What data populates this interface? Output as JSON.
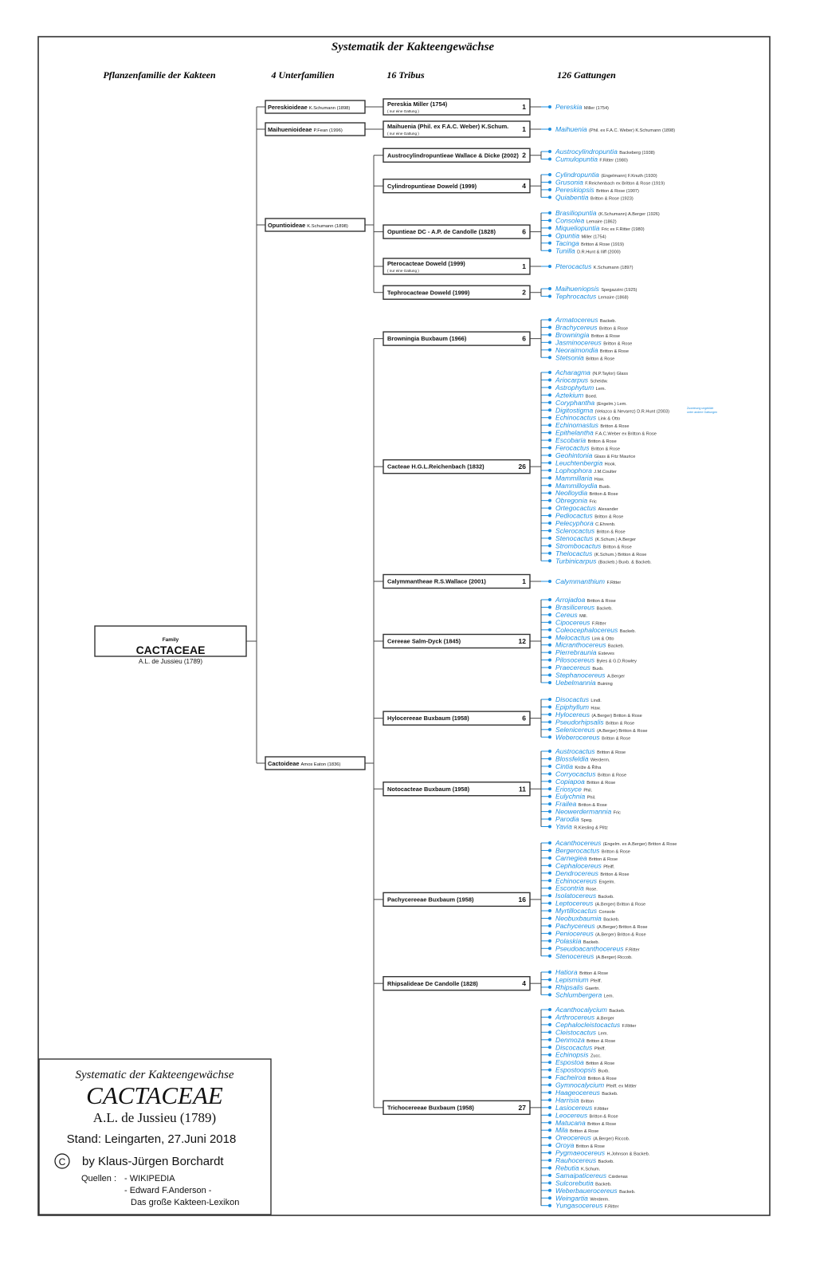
{
  "title": "Systematik der Kakteengewächse",
  "column_headers": [
    "Pflanzenfamilie der Kakteen",
    "4 Unterfamilien",
    "16 Tribus",
    "126 Gattungen"
  ],
  "family": {
    "small": "Family",
    "name": "CACTACEAE",
    "author": "A.L. de Jussieu (1789)"
  },
  "colors": {
    "line": "#444444",
    "genus": "#1f8fe0"
  },
  "subfamilies": [
    {
      "name": "Pereskioideae",
      "author": "K.Schumann (1898)"
    },
    {
      "name": "Maihuenioideae",
      "author": "P.Fean (1996)"
    },
    {
      "name": "Opuntioideae",
      "author": "K.Schumann (1898)"
    },
    {
      "name": "Cactoideae",
      "author": "Amos Eaton (1836)"
    }
  ],
  "tribes": [
    {
      "sub": 0,
      "name": "Pereskia Miller (1754)",
      "note": "( nur eine Gattung )",
      "count": "1",
      "genera": [
        [
          "Pereskia",
          "Miller (1754)"
        ]
      ]
    },
    {
      "sub": 1,
      "name": "Maihuenia (Phil. ex F.A.C. Weber) K.Schum.",
      "note": "( nur eine Gattung )",
      "count": "1",
      "genera": [
        [
          "Maihuenia",
          "(Phil. ex F.A.C. Weber) K.Schumann (1898)"
        ]
      ]
    },
    {
      "sub": 2,
      "name": "Austrocylindropuntieae Wallace & Dicke (2002)",
      "note": "",
      "count": "2",
      "genera": [
        [
          "Austrocylindropuntia",
          "Backeberg (1938)"
        ],
        [
          "Cumulopuntia",
          "F.Ritter (1980)"
        ]
      ]
    },
    {
      "sub": 2,
      "name": "Cylindropuntieae Doweld (1999)",
      "note": "",
      "count": "4",
      "genera": [
        [
          "Cylindropuntia",
          "(Engelmann) F.Knuth (1930)"
        ],
        [
          "Grusonia",
          "F.Reichenbach ex Britton & Rose (1919)"
        ],
        [
          "Pereskiopsis",
          "Britton & Rose (1907)"
        ],
        [
          "Quiabentia",
          "Britton & Rose (1923)"
        ]
      ]
    },
    {
      "sub": 2,
      "name": "Opuntieae DC - A.P. de Candolle (1828)",
      "note": "",
      "count": "6",
      "genera": [
        [
          "Brasiliopuntia",
          "(K.Schumann) A.Berger (1926)"
        ],
        [
          "Consolea",
          "Lemaire (1862)"
        ],
        [
          "Miqueliopuntia",
          "Fric ex F.Ritter (1980)"
        ],
        [
          "Opuntia",
          "Miller (1754)"
        ],
        [
          "Tacinga",
          "Britton & Rose (1919)"
        ],
        [
          "Tunilla",
          "D.R.Hunt & Iliff (2000)"
        ]
      ]
    },
    {
      "sub": 2,
      "name": "Pterocacteae Doweld (1999)",
      "note": "( nur eine Gattung )",
      "count": "1",
      "genera": [
        [
          "Pterocactus",
          "K.Schumann (1897)"
        ]
      ]
    },
    {
      "sub": 2,
      "name": "Tephrocacteae Doweld (1999)",
      "note": "",
      "count": "2",
      "genera": [
        [
          "Maihueniopsis",
          "Spegazzini (1925)"
        ],
        [
          "Tephrocactus",
          "Lemaire (1868)"
        ]
      ]
    },
    {
      "sub": 3,
      "name": "Browningia Buxbaum (1966)",
      "note": "",
      "count": "6",
      "genera": [
        [
          "Armatocereus",
          "Backeb."
        ],
        [
          "Brachycereus",
          "Britton & Rose"
        ],
        [
          "Browningia",
          "Britton & Rose"
        ],
        [
          "Jasminocereus",
          "Britton & Rose"
        ],
        [
          "Neoraimondia",
          "Britton & Rose"
        ],
        [
          "Stetsonia",
          "Britton & Rose"
        ]
      ]
    },
    {
      "sub": 3,
      "name": "Cacteae H.G.L.Reichenbach (1832)",
      "note": "",
      "count": "26",
      "genera": [
        [
          "Acharagma",
          "(N.P.Taylor) Glass"
        ],
        [
          "Ariocarpus",
          "Scheidw."
        ],
        [
          "Astrophytum",
          "Lem."
        ],
        [
          "Aztekium",
          "Boed."
        ],
        [
          "Coryphantha",
          "(Engelm.) Lem."
        ],
        [
          "Digitostigma",
          "(Velazco & Nevarez) D.R.Hunt (2003)"
        ],
        [
          "Echinocactus",
          "Link & Otto"
        ],
        [
          "Echinomastus",
          "Britton & Rose"
        ],
        [
          "Epithelantha",
          "F.A.C.Weber ex Britton & Rose"
        ],
        [
          "Escobaria",
          "Britton & Rose"
        ],
        [
          "Ferocactus",
          "Britton & Rose"
        ],
        [
          "Geohintonia",
          "Glass & Fitz Maurice"
        ],
        [
          "Leuchtenbergia",
          "Hook."
        ],
        [
          "Lophophora",
          "J.M.Coulter"
        ],
        [
          "Mammillaria",
          "Haw."
        ],
        [
          "Mammilloydia",
          "Buxb."
        ],
        [
          "Neolloydia",
          "Britton & Rose"
        ],
        [
          "Obregonia",
          "Fric"
        ],
        [
          "Ortegocactus",
          "Alexander"
        ],
        [
          "Pediocactus",
          "Britton & Rose"
        ],
        [
          "Pelecyphora",
          "C.Ehrenb."
        ],
        [
          "Sclerocactus",
          "Britton & Rose"
        ],
        [
          "Stenocactus",
          "(K.Schum.) A.Berger"
        ],
        [
          "Strombocactus",
          "Britton & Rose"
        ],
        [
          "Thelocactus",
          "(K.Schum.) Britton & Rose"
        ],
        [
          "Turbinicarpus",
          "(Backeb.) Buxb. & Backeb."
        ]
      ]
    },
    {
      "sub": 3,
      "name": "Calymmantheae R.S.Wallace (2001)",
      "note": "",
      "count": "1",
      "genera": [
        [
          "Calymmanthium",
          "F.Ritter"
        ]
      ]
    },
    {
      "sub": 3,
      "name": "Cereeae Salm-Dyck (1845)",
      "note": "",
      "count": "12",
      "genera": [
        [
          "Arrojadoa",
          "Britton & Rose"
        ],
        [
          "Brasilicereus",
          "Backeb."
        ],
        [
          "Cereus",
          "Mill."
        ],
        [
          "Cipocereus",
          "F.Ritter"
        ],
        [
          "Coleocephalocereus",
          "Backeb."
        ],
        [
          "Melocactus",
          "Link & Otto"
        ],
        [
          "Micranthocereus",
          "Backeb."
        ],
        [
          "Pierrebraunia",
          "Esteves"
        ],
        [
          "Pilosocereus",
          "Byles & G.D.Rowley"
        ],
        [
          "Praecereus",
          "Buxb."
        ],
        [
          "Stephanocereus",
          "A.Berger"
        ],
        [
          "Uebelmannia",
          "Buining"
        ]
      ]
    },
    {
      "sub": 3,
      "name": "Hylocereeae Buxbaum (1958)",
      "note": "",
      "count": "6",
      "genera": [
        [
          "Disocactus",
          "Lindl."
        ],
        [
          "Epiphyllum",
          "Haw."
        ],
        [
          "Hylocereus",
          "(A.Berger) Britton & Rose"
        ],
        [
          "Pseudorhipsalis",
          "Britton & Rose"
        ],
        [
          "Selenicereus",
          "(A.Berger) Britton & Rose"
        ],
        [
          "Weberocereus",
          "Britton & Rose"
        ]
      ]
    },
    {
      "sub": 3,
      "name": "Notocacteae Buxbaum (1958)",
      "note": "",
      "count": "11",
      "genera": [
        [
          "Austrocactus",
          "Britton & Rose"
        ],
        [
          "Blossfeldia",
          "Werderm."
        ],
        [
          "Cintia",
          "Kníže & Říha"
        ],
        [
          "Corryocactus",
          "Britton & Rose"
        ],
        [
          "Copiapoa",
          "Britton & Rose"
        ],
        [
          "Eriosyce",
          "Phil."
        ],
        [
          "Eulychnia",
          "Phil."
        ],
        [
          "Frailea",
          "Britton & Rose"
        ],
        [
          "Neowerdermannia",
          "Fric"
        ],
        [
          "Parodia",
          "Speg."
        ],
        [
          "Yavia",
          "R.Kiesling & Piltz"
        ]
      ]
    },
    {
      "sub": 3,
      "name": "Pachycereeae Buxbaum (1958)",
      "note": "",
      "count": "16",
      "genera": [
        [
          "Acanthocereus",
          "(Engelm. ex A.Berger) Britton & Rose"
        ],
        [
          "Bergerocactus",
          "Britton & Rose"
        ],
        [
          "Carnegiea",
          "Britton & Rose"
        ],
        [
          "Cephalocereus",
          "Pfeiff."
        ],
        [
          "Dendrocereus",
          "Britton & Rose"
        ],
        [
          "Echinocereus",
          "Engelm."
        ],
        [
          "Escontria",
          "Rose."
        ],
        [
          "Isolatocereus",
          "Backeb."
        ],
        [
          "Leptocereus",
          "(A.Berger) Britton & Rose"
        ],
        [
          "Myrtillocactus",
          "Console"
        ],
        [
          "Neobuxbaumia",
          "Backeb."
        ],
        [
          "Pachycereus",
          "(A.Berger) Britton & Rose"
        ],
        [
          "Peniocereus",
          "(A.Berger) Britton & Rose"
        ],
        [
          "Polaskia",
          "Backeb."
        ],
        [
          "Pseudoacanthocereus",
          "F.Ritter"
        ],
        [
          "Stenocereus",
          "(A.Berger) Riccob."
        ]
      ]
    },
    {
      "sub": 3,
      "name": "Rhipsalideae De Candolle (1828)",
      "note": "",
      "count": "4",
      "genera": [
        [
          "Hatiora",
          "Britton & Rose"
        ],
        [
          "Lepismium",
          "Pfeiff."
        ],
        [
          "Rhipsalis",
          "Gaertn."
        ],
        [
          "Schlumbergera",
          "Lem."
        ]
      ]
    },
    {
      "sub": 3,
      "name": "Trichocereeae Buxbaum (1958)",
      "note": "",
      "count": "27",
      "genera": [
        [
          "Acanthocalycium",
          "Backeb."
        ],
        [
          "Arthrocereus",
          "A.Berger"
        ],
        [
          "Cephalocleistocactus",
          "F.Ritter"
        ],
        [
          "Cleistocactus",
          "Lem."
        ],
        [
          "Denmoza",
          "Britton & Rose"
        ],
        [
          "Discocactus",
          "Pfeiff."
        ],
        [
          "Echinopsis",
          "Zucc."
        ],
        [
          "Espostoa",
          "Britton & Rose"
        ],
        [
          "Espostoopsis",
          "Buxb."
        ],
        [
          "Facheiroa",
          "Britton & Rose"
        ],
        [
          "Gymnocalycium",
          "Pfeiff. ex Mittler"
        ],
        [
          "Haageocereus",
          "Backeb."
        ],
        [
          "Harrisia",
          "Britton"
        ],
        [
          "Lasiocereus",
          "F.Ritter"
        ],
        [
          "Leocereus",
          "Britton & Rose"
        ],
        [
          "Matucana",
          "Britton & Rose"
        ],
        [
          "Mila",
          "Britton & Rose"
        ],
        [
          "Oreocereus",
          "(A.Berger) Riccob."
        ],
        [
          "Oroya",
          "Britton & Rose"
        ],
        [
          "Pygmaeocereus",
          "H.Johnson & Backeb."
        ],
        [
          "Rauhocereus",
          "Backeb."
        ],
        [
          "Rebutia",
          "K.Schum."
        ],
        [
          "Samaipaticereus",
          "Cárdenas"
        ],
        [
          "Sulcorebutia",
          "Backeb."
        ],
        [
          "Weberbauerocereus",
          "Backeb."
        ],
        [
          "Weingartia",
          "Werderm."
        ],
        [
          "Yungasocereus",
          "F.Ritter"
        ]
      ]
    }
  ],
  "side_note": [
    "Zuordnung ungeklärt",
    "unter andere Gattungen"
  ],
  "legend": {
    "line1": "Systematic der Kakteengewächse",
    "line2": "CACTACEAE",
    "line3": "A.L. de Jussieu (1789)",
    "line4": "Stand: Leingarten, 27.Juni 2018",
    "copyright_symbol": "C",
    "line5": "by Klaus-Jürgen Borchardt",
    "sources_label": "Quellen :",
    "sources": [
      "- WIKIPEDIA",
      "- Edward F.Anderson -",
      "Das große Kakteen-Lexikon"
    ]
  }
}
